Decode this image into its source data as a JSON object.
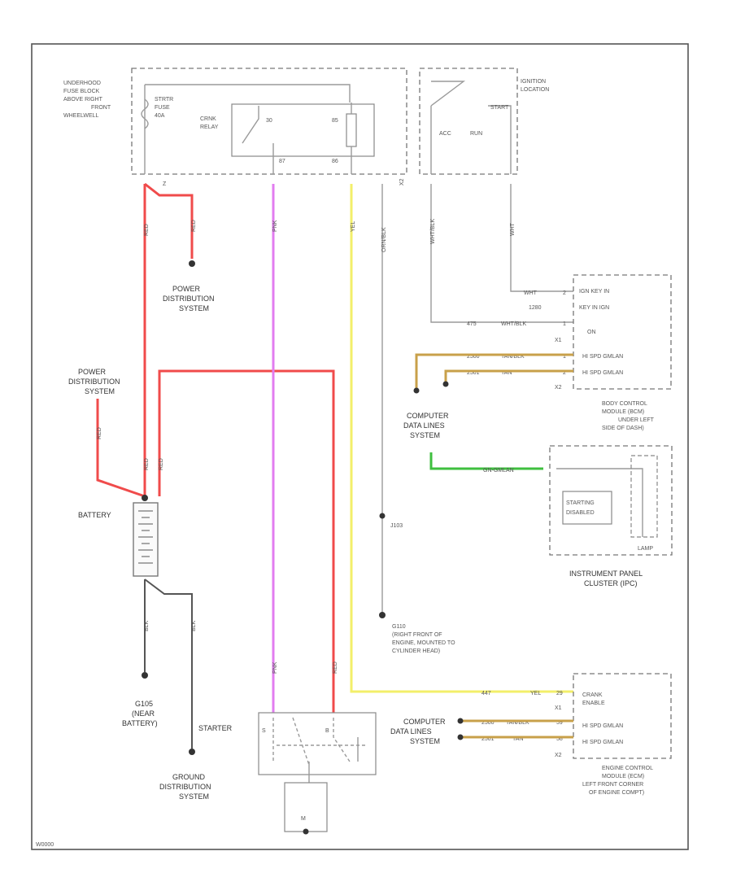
{
  "frame_code": "W0000",
  "underhood": {
    "label": [
      "UNDERHOOD",
      "FUSE BLOCK",
      "ABOVE RIGHT",
      "FRONT",
      "WHEELWELL"
    ],
    "fuse_label": [
      "STRTR",
      "FUSE",
      "40A"
    ],
    "relay_label": [
      "CRNK",
      "RELAY"
    ],
    "pin_30": "30",
    "pin_85": "85",
    "pin_87": "87",
    "pin_86": "86",
    "conn_x": "X2",
    "conn_z": "Z"
  },
  "ignition": {
    "label": [
      "IGNITION",
      "LOCATION"
    ],
    "acc": "ACC",
    "run": "RUN",
    "start": "START"
  },
  "wire_labels": {
    "red1": "RED",
    "red2": "RED",
    "red3": "RED",
    "red4": "RED",
    "pnk": "PNK",
    "yel": "YEL",
    "orn_blk": "ORN/BLK",
    "wht_blk": "WHT/BLK",
    "wht": "WHT",
    "blk1": "BLK",
    "blk2": "BLK",
    "red_b": "RED",
    "red_starter": "RED",
    "pnk_starter": "PNK"
  },
  "power_dist_1": [
    "POWER",
    "DISTRIBUTION",
    "SYSTEM"
  ],
  "power_dist_2": [
    "POWER",
    "DISTRIBUTION",
    "SYSTEM"
  ],
  "battery": "BATTERY",
  "ground_g": [
    "G105",
    "(NEAR",
    "BATTERY)"
  ],
  "ground_dist": [
    "GROUND",
    "DISTRIBUTION",
    "SYSTEM"
  ],
  "starter": "STARTER",
  "starter_s": "S",
  "starter_b": "B",
  "starter_m": "M",
  "j103": "J103",
  "g110": [
    "G110",
    "(RIGHT FRONT OF",
    "ENGINE, MOUNTED TO",
    "CYLINDER HEAD)"
  ],
  "bcm": {
    "pin1_wire": "WHT",
    "pin1_num": "2",
    "pin1_label": "IGN KEY IN",
    "pin1_code": "1280",
    "pin1_sub": "KEY IN IGN",
    "pin2_wire": "WHT/BLK",
    "pin2_num": "1",
    "pin2_circ": "475",
    "pin2_label": "ON",
    "x1": "X1",
    "data1_circ": "2500",
    "data1_wire": "TAN/BLK",
    "data1_num": "1",
    "data1_label": "HI SPD GMLAN",
    "data2_circ": "2501",
    "data2_wire": "TAN",
    "data2_num": "2",
    "data2_label": "HI SPD GMLAN",
    "x2": "X2",
    "label": [
      "BODY CONTROL",
      "MODULE (BCM)",
      "UNDER LEFT",
      "SIDE OF DASH)"
    ]
  },
  "computer_data_1": [
    "COMPUTER",
    "DATA LINES",
    "SYSTEM"
  ],
  "ipc": {
    "wire_label": "GN-GMLAN",
    "starting": "STARTING",
    "disabled": "DISABLED",
    "lamp": "LAMP",
    "label": [
      "INSTRUMENT PANEL",
      "CLUSTER (IPC)"
    ]
  },
  "ecm": {
    "crank_circ": "447",
    "crank_wire": "YEL",
    "crank_pin": "29",
    "crank_label": [
      "CRANK",
      "ENABLE"
    ],
    "x1": "X1",
    "data1_circ": "2500",
    "data1_wire": "TAN/BLK",
    "data1_pin": "59",
    "data1_label": "HI SPD GMLAN",
    "data2_circ": "2501",
    "data2_wire": "TAN",
    "data2_pin": "58",
    "data2_label": "HI SPD GMLAN",
    "x2": "X2",
    "label": [
      "ENGINE CONTROL",
      "MODULE (ECM)",
      "LEFT FRONT CORNER",
      "OF ENGINE COMPT)"
    ]
  },
  "computer_data_2": [
    "COMPUTER",
    "DATA LINES",
    "SYSTEM"
  ],
  "colors": {
    "battery_feed": "#f04b4b",
    "relay_control": "#e27cf0",
    "crank_enable": "#f3ef6a",
    "gmlan": "#c8a04a",
    "lan_green": "#3fbf3f",
    "ground": "#555555"
  }
}
